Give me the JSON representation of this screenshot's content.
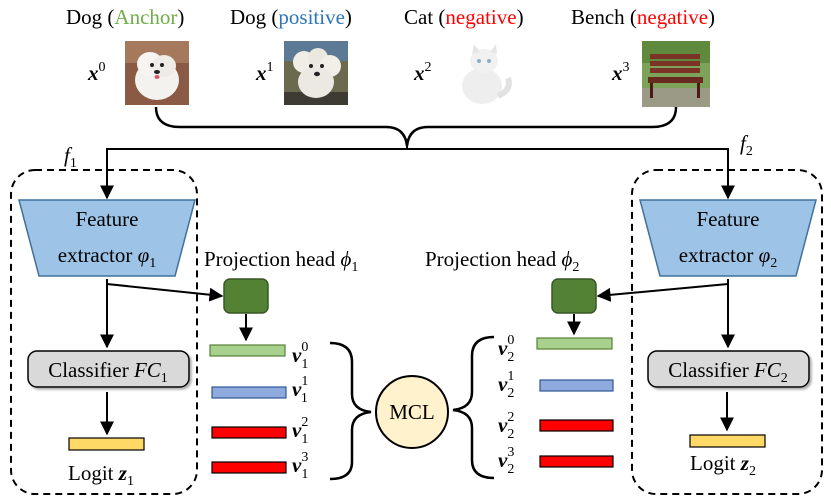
{
  "samples": [
    {
      "word": "Dog",
      "paren_open": " (",
      "role": "Anchor",
      "paren_close": ")",
      "role_color": "#70ad47",
      "var": "x",
      "sup": "0",
      "image": "white-dog-photo"
    },
    {
      "word": "Dog",
      "paren_open": " (",
      "role": "positive",
      "paren_close": ")",
      "role_color": "#2e75b6",
      "var": "x",
      "sup": "1",
      "image": "white-poodle-photo"
    },
    {
      "word": "Cat",
      "paren_open": " (",
      "role": "negative",
      "paren_close": ")",
      "role_color": "#ff0000",
      "var": "x",
      "sup": "2",
      "image": "white-cat-photo"
    },
    {
      "word": "Bench",
      "paren_open": " (",
      "role": "negative",
      "paren_close": ")",
      "role_color": "#ff0000",
      "var": "x",
      "sup": "3",
      "image": "wooden-bench-photo"
    }
  ],
  "network_left": {
    "f_label": "f",
    "f_sub": "1",
    "extractor_line1": "Feature",
    "extractor_line2": "extractor ",
    "extractor_sym": "φ",
    "extractor_sub": "1",
    "classifier_text": "Classifier ",
    "classifier_sym": "FC",
    "classifier_sub": "1",
    "logit_text": "Logit ",
    "logit_sym": "z",
    "logit_sub": "1",
    "proj_text": "Projection head ",
    "proj_sym": "ϕ",
    "proj_sub": "1"
  },
  "network_right": {
    "f_label": "f",
    "f_sub": "2",
    "extractor_line1": "Feature",
    "extractor_line2": "extractor ",
    "extractor_sym": "φ",
    "extractor_sub": "2",
    "classifier_text": "Classifier ",
    "classifier_sym": "FC",
    "classifier_sub": "2",
    "logit_text": "Logit ",
    "logit_sym": "z",
    "logit_sub": "2",
    "proj_text": "Projection head ",
    "proj_sym": "ϕ",
    "proj_sub": "2"
  },
  "embeddings_left": [
    {
      "sym": "v",
      "sub": "1",
      "sup": "0",
      "color": "#a9d18e"
    },
    {
      "sym": "v",
      "sub": "1",
      "sup": "1",
      "color": "#8faadc"
    },
    {
      "sym": "v",
      "sub": "1",
      "sup": "2",
      "color": "#ff0000"
    },
    {
      "sym": "v",
      "sub": "1",
      "sup": "3",
      "color": "#ff0000"
    }
  ],
  "embeddings_right": [
    {
      "sym": "v",
      "sub": "2",
      "sup": "0",
      "color": "#a9d18e"
    },
    {
      "sym": "v",
      "sub": "2",
      "sup": "1",
      "color": "#8faadc"
    },
    {
      "sym": "v",
      "sub": "2",
      "sup": "2",
      "color": "#ff0000"
    },
    {
      "sym": "v",
      "sub": "2",
      "sup": "3",
      "color": "#ff0000"
    }
  ],
  "mcl_label": "MCL",
  "colors": {
    "extractor_fill": "#9dc3e6",
    "classifier_fill": "#d9d9d9",
    "projection_fill": "#548235",
    "logit_fill": "#ffd966",
    "mcl_fill": "#fff2cc"
  }
}
